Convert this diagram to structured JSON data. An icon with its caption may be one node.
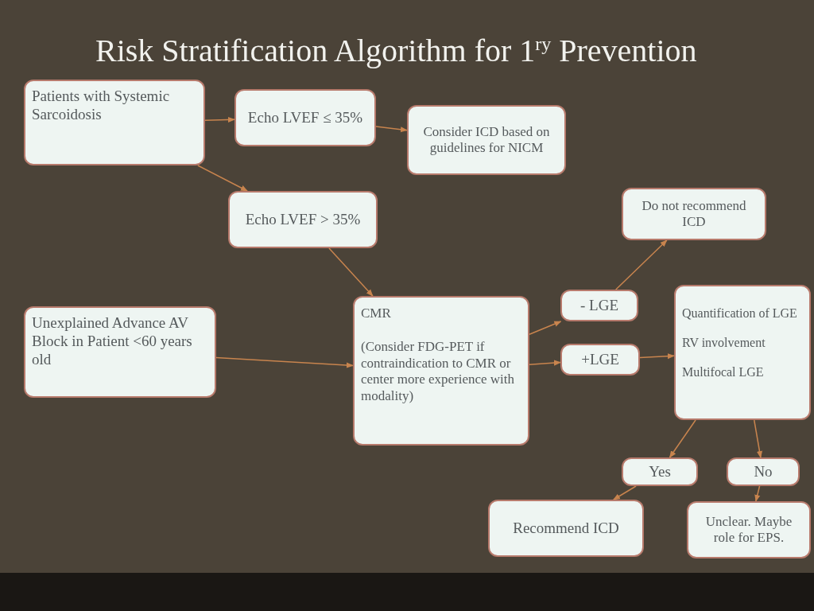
{
  "diagram": {
    "title": "Risk Stratification Algorithm for 1$^{ry}$ Prevention",
    "nodes": [
      {
        "text": [
          "Patients with Systemic Sarcoidosis"
        ]
      },
      {
        "text": [
          "Echo LVEF ≤ 35%"
        ]
      },
      {
        "text": [
          "Consider ICD based on guidelines for NICM"
        ]
      },
      {
        "text": [
          "Echo LVEF > 35%"
        ]
      },
      {
        "text": [
          "Do not recommend ICD"
        ]
      },
      {
        "text": [
          "Unexplained Advance AV Block in Patient <60 years old"
        ]
      },
      {
        "text": [
          "CMR",
          "(Consider FDG-PET if contraindication to CMR or center more experience with modality)"
        ]
      },
      {
        "text": [
          "- LGE"
        ]
      },
      {
        "text": [
          "+LGE"
        ]
      },
      {
        "text": [
          "Quantification of LGE",
          "RV involvement",
          "Multifocal LGE"
        ]
      },
      {
        "text": [
          "Yes"
        ]
      },
      {
        "text": [
          "No"
        ]
      },
      {
        "text": [
          "Recommend ICD"
        ]
      },
      {
        "text": [
          "Unclear. Maybe role for EPS."
        ]
      }
    ],
    "edges": [
      {
        "from": 0,
        "to": 1,
        "arrow": "to"
      },
      {
        "from": 1,
        "to": 2,
        "arrow": "to"
      },
      {
        "from": 0,
        "to": 3,
        "arrow": "to"
      },
      {
        "from": 3,
        "to": 6,
        "arrow": "to"
      },
      {
        "from": 5,
        "to": 6,
        "arrow": "to"
      },
      {
        "from": 6,
        "to": 7,
        "arrow": "to"
      },
      {
        "from": 6,
        "to": 8,
        "arrow": "to"
      },
      {
        "from": 7,
        "to": 4,
        "arrow": "to"
      },
      {
        "from": 8,
        "to": 9,
        "arrow": "to"
      },
      {
        "from": 9,
        "to": 10,
        "arrow": "to"
      },
      {
        "from": 9,
        "to": 11,
        "arrow": "to"
      },
      {
        "from": 10,
        "to": 12,
        "arrow": "to"
      },
      {
        "from": 11,
        "to": 13,
        "arrow": "to"
      }
    ]
  }
}
